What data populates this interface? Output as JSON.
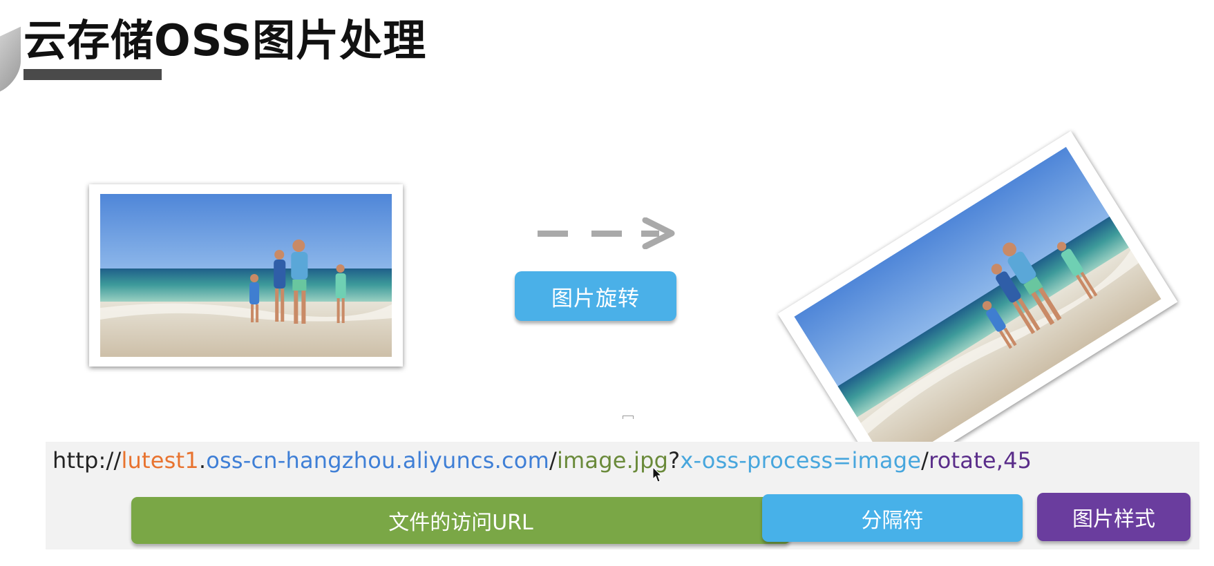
{
  "slide": {
    "title": "云存储OSS图片处理"
  },
  "action_button": {
    "label": "图片旋转"
  },
  "url_example": {
    "protocol": "http://",
    "bucket": "lutest1",
    "dot": ".",
    "domain": "oss-cn-hangzhou.aliyuncs.com",
    "slash1": "/",
    "file": "image.jpg",
    "question": "?",
    "param": "x-oss-process=image",
    "slash2": "/",
    "style": "rotate,45"
  },
  "labels": {
    "file_url": "文件的访问URL",
    "separator": "分隔符",
    "image_style": "图片样式"
  },
  "icons": {
    "arrow": "dashed-arrow-right-icon",
    "cursor": "mouse-pointer-icon"
  },
  "colors": {
    "button_blue": "#4ab0e8",
    "label_green": "#7aa746",
    "label_blue": "#47b1e9",
    "label_purple": "#6a3d9e",
    "bucket_orange": "#e8732f",
    "domain_blue": "#3f7fd6"
  }
}
